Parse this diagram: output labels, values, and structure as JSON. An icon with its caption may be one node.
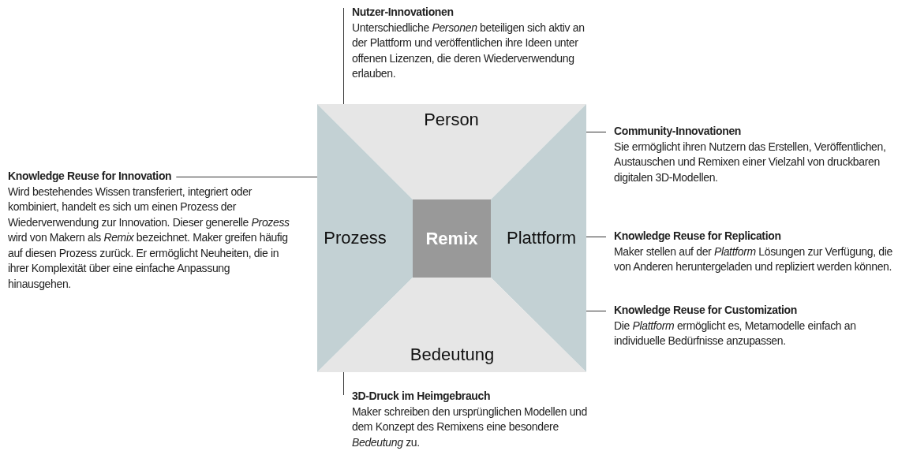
{
  "diagram": {
    "nodes": [
      {
        "text": [
          "Nutzer-Innovationen",
          "Unterschiedliche *Personen* beteiligen sich aktiv an der Plattform und veröffentlichen ihre Ideen unter offenen Lizenzen, die deren Wiederverwendung erlauben."
        ]
      },
      {
        "text": [
          "Person"
        ]
      },
      {
        "text": [
          "Community-Innovationen",
          "Sie ermöglicht ihren Nutzern das Erstellen, Veröffentlichen, Austauschen und Remixen einer Vielzahl von druckbaren digitalen 3D-Modellen."
        ]
      },
      {
        "text": [
          "Knowledge Reuse for Innovation",
          "Wird bestehendes Wissen transferiert, integriert oder kombiniert, handelt es sich um einen Prozess der Wiederverwendung zur Innovation. Dieser generelle *Prozess* wird von Makern als *Remix* bezeichnet. Maker greifen häufig auf diesen Prozess zurück. Er ermöglicht Neuheiten, die in ihrer Komplexität über eine einfache Anpassung hinausgehen."
        ]
      },
      {
        "text": [
          "Prozess"
        ]
      },
      {
        "text": [
          "Remix"
        ]
      },
      {
        "text": [
          "Plattform"
        ]
      },
      {
        "text": [
          "Knowledge Reuse for Replication",
          "Maker stellen auf der *Plattform* Lösungen zur Verfügung, die von Anderen heruntergeladen und repliziert werden können."
        ]
      },
      {
        "text": [
          "Knowledge Reuse for Customization",
          "Die *Plattform* ermöglicht es, Metamodelle einfach an individuelle Bedürfnisse anzupassen."
        ]
      },
      {
        "text": [
          "Bedeutung"
        ]
      },
      {
        "text": [
          "3D-Druck im Heimgebrauch",
          "Maker schreiben den ursprünglichen Modellen und dem Konzept des Remixens eine besondere *Bedeutung* zu."
        ]
      }
    ],
    "edges": [
      {
        "from": 0,
        "to": 1,
        "arrow": "none"
      },
      {
        "from": 2,
        "to": 6,
        "arrow": "none"
      },
      {
        "from": 3,
        "to": 4,
        "arrow": "none"
      },
      {
        "from": 7,
        "to": 6,
        "arrow": "none"
      },
      {
        "from": 8,
        "to": 6,
        "arrow": "none"
      },
      {
        "from": 10,
        "to": 9,
        "arrow": "none"
      }
    ]
  }
}
